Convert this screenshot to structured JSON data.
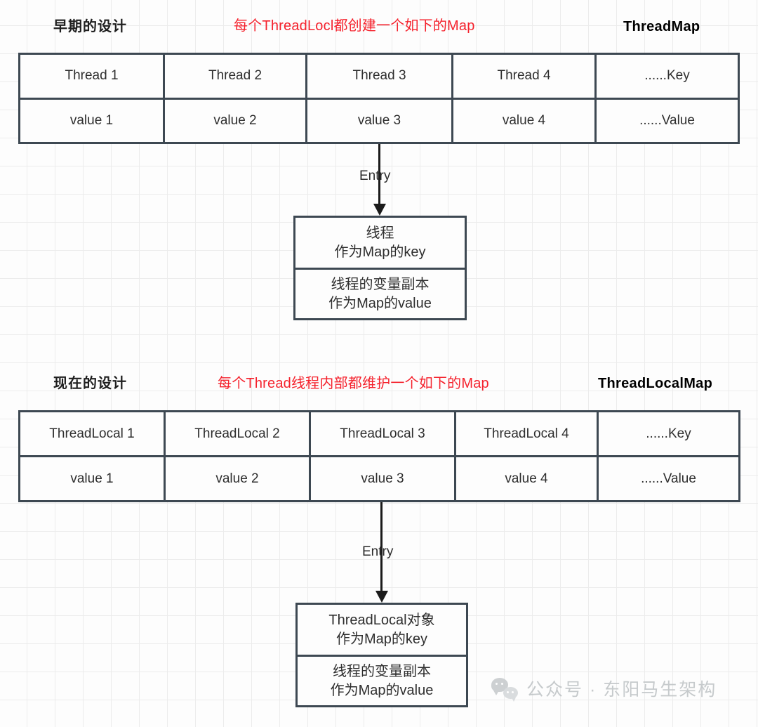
{
  "diagram": {
    "title_old": "早期的设计",
    "title_new": "现在的设计",
    "note_old": "每个ThreadLocl都创建一个如下的Map",
    "note_new": "每个Thread线程内部都维护一个如下的Map",
    "map_name_old": "ThreadMap",
    "map_name_new": "ThreadLocalMap",
    "note_color": "#f5222d",
    "border_color": "#3d4852",
    "arrow_color": "#1b1b1b"
  },
  "table_old": {
    "key_row": [
      "Thread 1",
      "Thread 2",
      "Thread 3",
      "Thread 4",
      "......Key"
    ],
    "value_row": [
      "value 1",
      "value 2",
      "value 3",
      "value 4",
      "......Value"
    ]
  },
  "table_new": {
    "key_row": [
      "ThreadLocal 1",
      "ThreadLocal 2",
      "ThreadLocal 3",
      "ThreadLocal 4",
      "......Key"
    ],
    "value_row": [
      "value 1",
      "value 2",
      "value 3",
      "value 4",
      "......Value"
    ]
  },
  "connector_old": {
    "label": "Entry"
  },
  "connector_new": {
    "label": "Entry"
  },
  "entry_old": {
    "key_line1": "线程",
    "key_line2": "作为Map的key",
    "value_line1": "线程的变量副本",
    "value_line2": "作为Map的value"
  },
  "entry_new": {
    "key_line1": "ThreadLocal对象",
    "key_line2": "作为Map的key",
    "value_line1": "线程的变量副本",
    "value_line2": "作为Map的value"
  },
  "watermark": {
    "icon": "wechat-icon",
    "text": "公众号 · 东阳马生架构"
  }
}
